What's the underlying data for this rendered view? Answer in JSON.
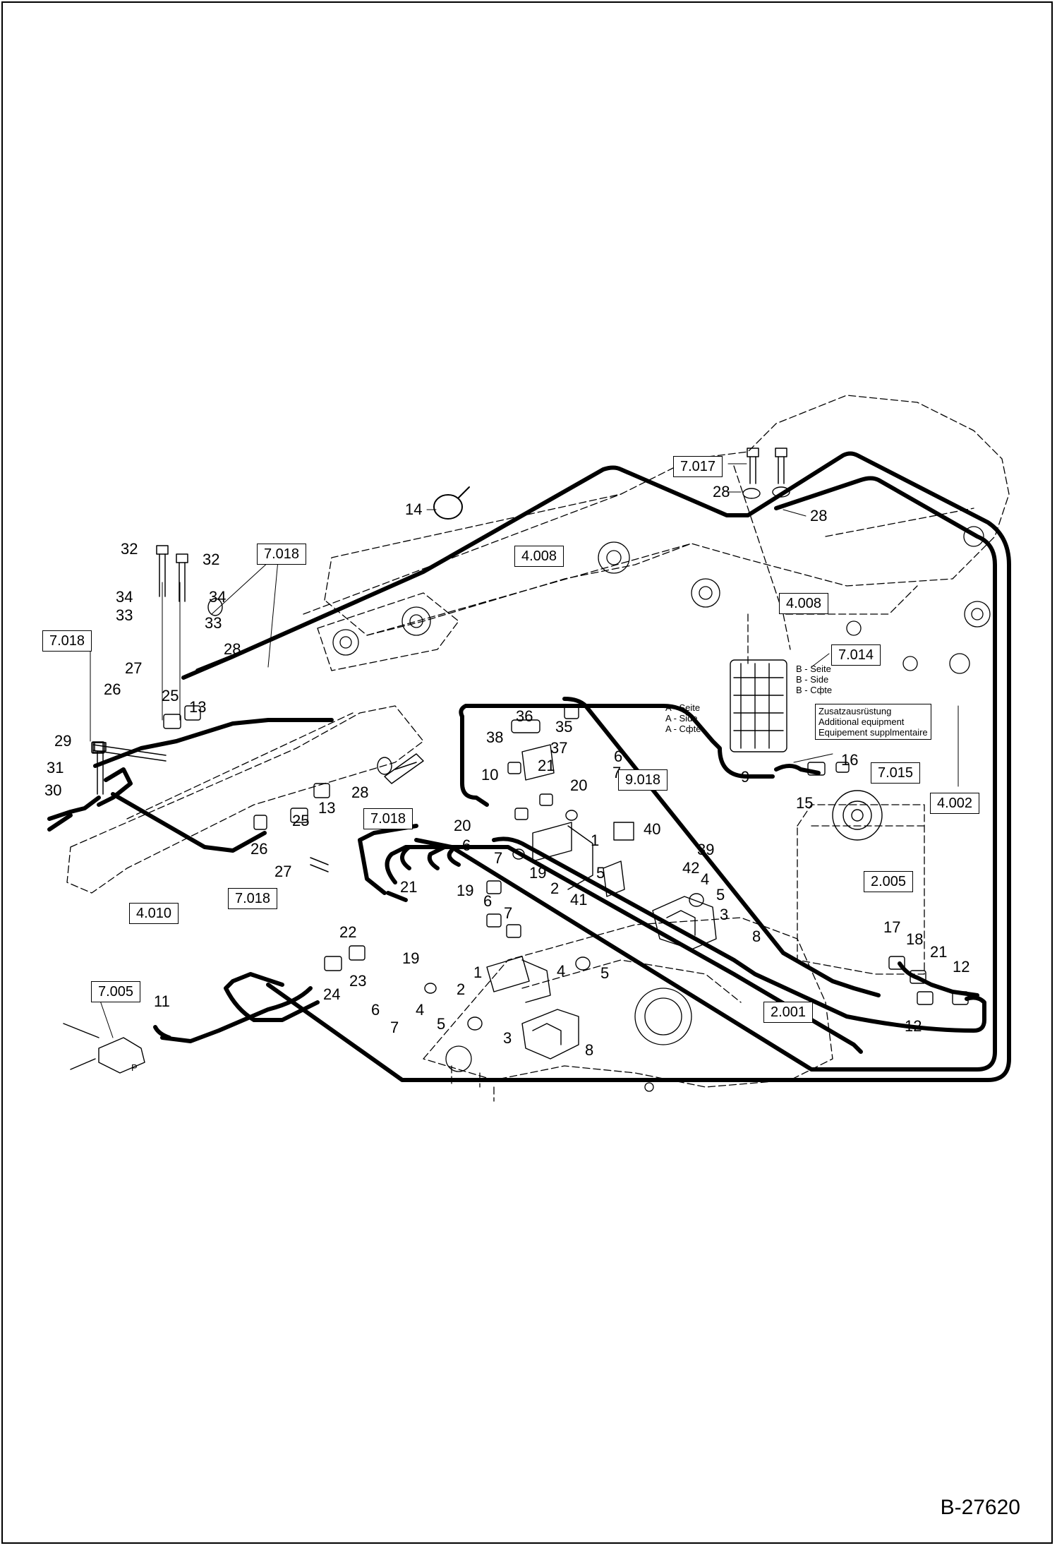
{
  "document_id": "B-27620",
  "reference_boxes": [
    "7.017",
    "7.018",
    "7.018",
    "7.018",
    "7.018",
    "4.008",
    "4.008",
    "7.014",
    "7.015",
    "4.002",
    "9.018",
    "2.005",
    "2.001",
    "7.005",
    "4.010"
  ],
  "position_numbers": [
    "14",
    "32",
    "32",
    "34",
    "34",
    "33",
    "33",
    "28",
    "27",
    "26",
    "25",
    "13",
    "29",
    "31",
    "30",
    "25",
    "13",
    "28",
    "26",
    "27",
    "28",
    "28",
    "36",
    "38",
    "35",
    "37",
    "10",
    "21",
    "6",
    "7",
    "20",
    "20",
    "6",
    "7",
    "19",
    "2",
    "41",
    "5",
    "1",
    "40",
    "39",
    "42",
    "4",
    "5",
    "3",
    "8",
    "21",
    "19",
    "6",
    "7",
    "22",
    "19",
    "24",
    "23",
    "2",
    "1",
    "4",
    "5",
    "6",
    "7",
    "4",
    "5",
    "3",
    "8",
    "11",
    "9",
    "16",
    "15",
    "17",
    "18",
    "21",
    "12",
    "12"
  ],
  "notes": {
    "valve_sides_b": [
      "B - Seite",
      "B - Side",
      "B - Cфte"
    ],
    "valve_sides_a": [
      "A - Seite",
      "A - Side",
      "A - Cфte"
    ],
    "additional_equipment": [
      "Zusatzausrüstung",
      "Additional equipment",
      "Equipement supplmentaire"
    ],
    "port_p": "P"
  },
  "icons": [
    "hydraulic-hose",
    "hose-fitting",
    "bolt",
    "washer",
    "hose-clamp",
    "hydraulic-valve",
    "control-valve-block",
    "hydraulic-tank",
    "bracket"
  ]
}
